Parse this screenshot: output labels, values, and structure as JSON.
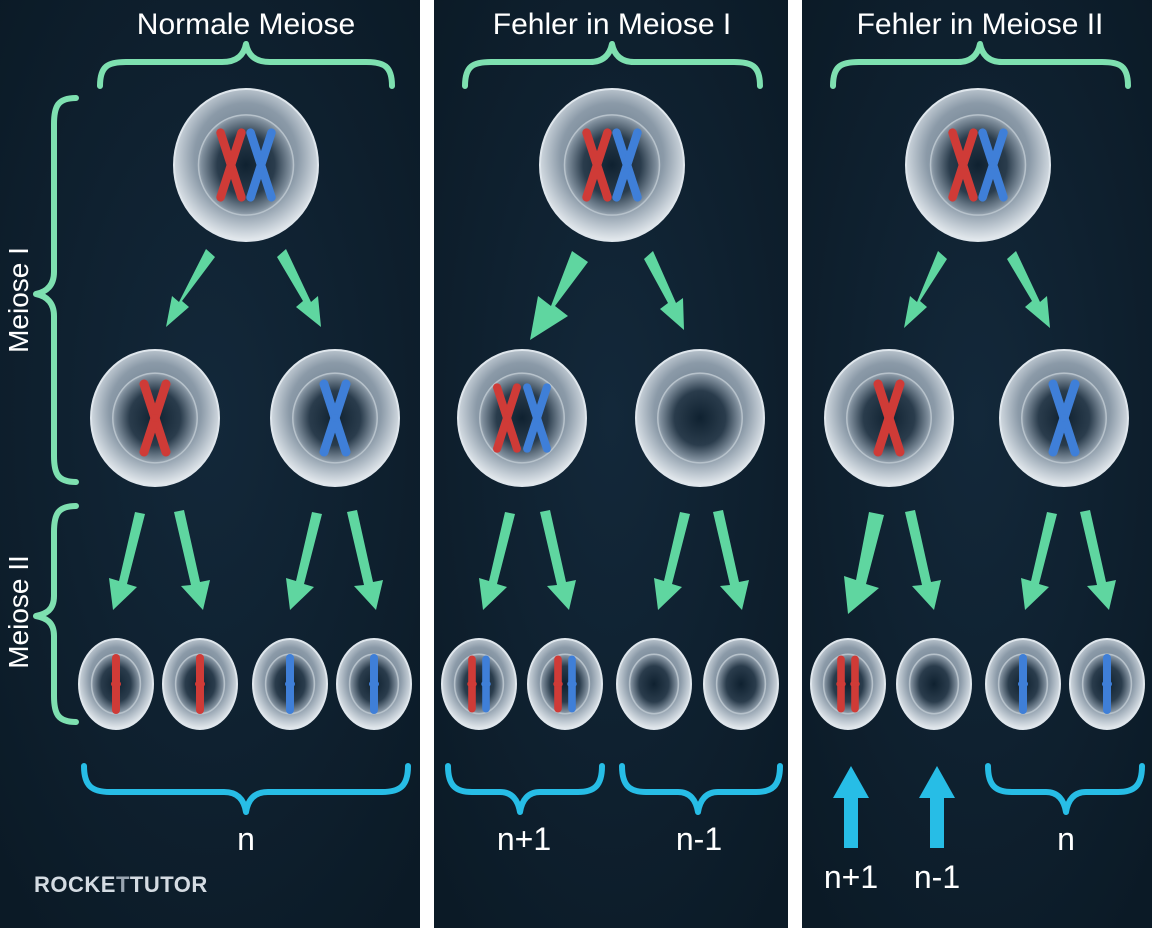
{
  "colors": {
    "background": "#0d1f2d",
    "divider": "#ffffff",
    "arrow_green": "#5fd6a0",
    "bracket_green": "#7ee0b0",
    "bracket_blue": "#27bde6",
    "chromosome_red": "#cf3b37",
    "chromosome_blue": "#3f7fd8"
  },
  "phase_labels": {
    "meiosis1": "Meiose I",
    "meiosis2": "Meiose II"
  },
  "panels": [
    {
      "title": "Normale Meiose",
      "ploidy_labels": [
        "n"
      ]
    },
    {
      "title": "Fehler in Meiose I",
      "ploidy_labels": [
        "n+1",
        "n-1"
      ]
    },
    {
      "title": "Fehler in Meiose II",
      "ploidy_labels": [
        "n+1",
        "n-1",
        "n"
      ]
    }
  ],
  "brand": {
    "part1": "ROCKE",
    "part2": "T",
    "part3": "TUTOR"
  }
}
